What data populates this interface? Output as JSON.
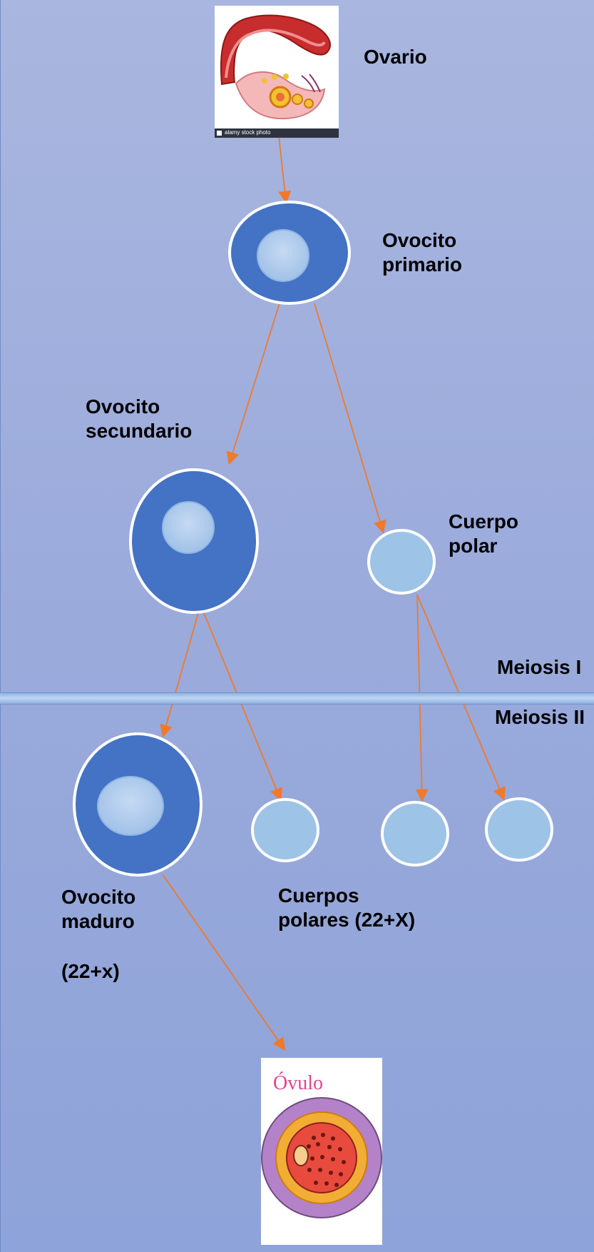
{
  "diagram": {
    "labels": {
      "ovario": "Ovario",
      "ovocito_primario": "Ovocito\nprimario",
      "ovocito_secundario": "Ovocito\nsecundario",
      "cuerpo_polar": "Cuerpo\npolar",
      "meiosis_1": "Meiosis I",
      "meiosis_2": "Meiosis II",
      "ovocito_maduro": "Ovocito\nmaduro",
      "ovocito_maduro_formula": "(22+x)",
      "cuerpos_polares": "Cuerpos\npolares (22+X)"
    },
    "image_text": {
      "stock_watermark": "alamy stock photo",
      "ovulo_title": "Óvulo"
    },
    "colors": {
      "background_top": "#a9b6df",
      "background_bottom": "#8ea3d9",
      "arrow": "#ef7a2c",
      "cell_dark": "#4472c4",
      "cell_light": "#9dc3e6",
      "nucleus": "#a9c7ea",
      "divider": "#bdd7f2"
    }
  }
}
